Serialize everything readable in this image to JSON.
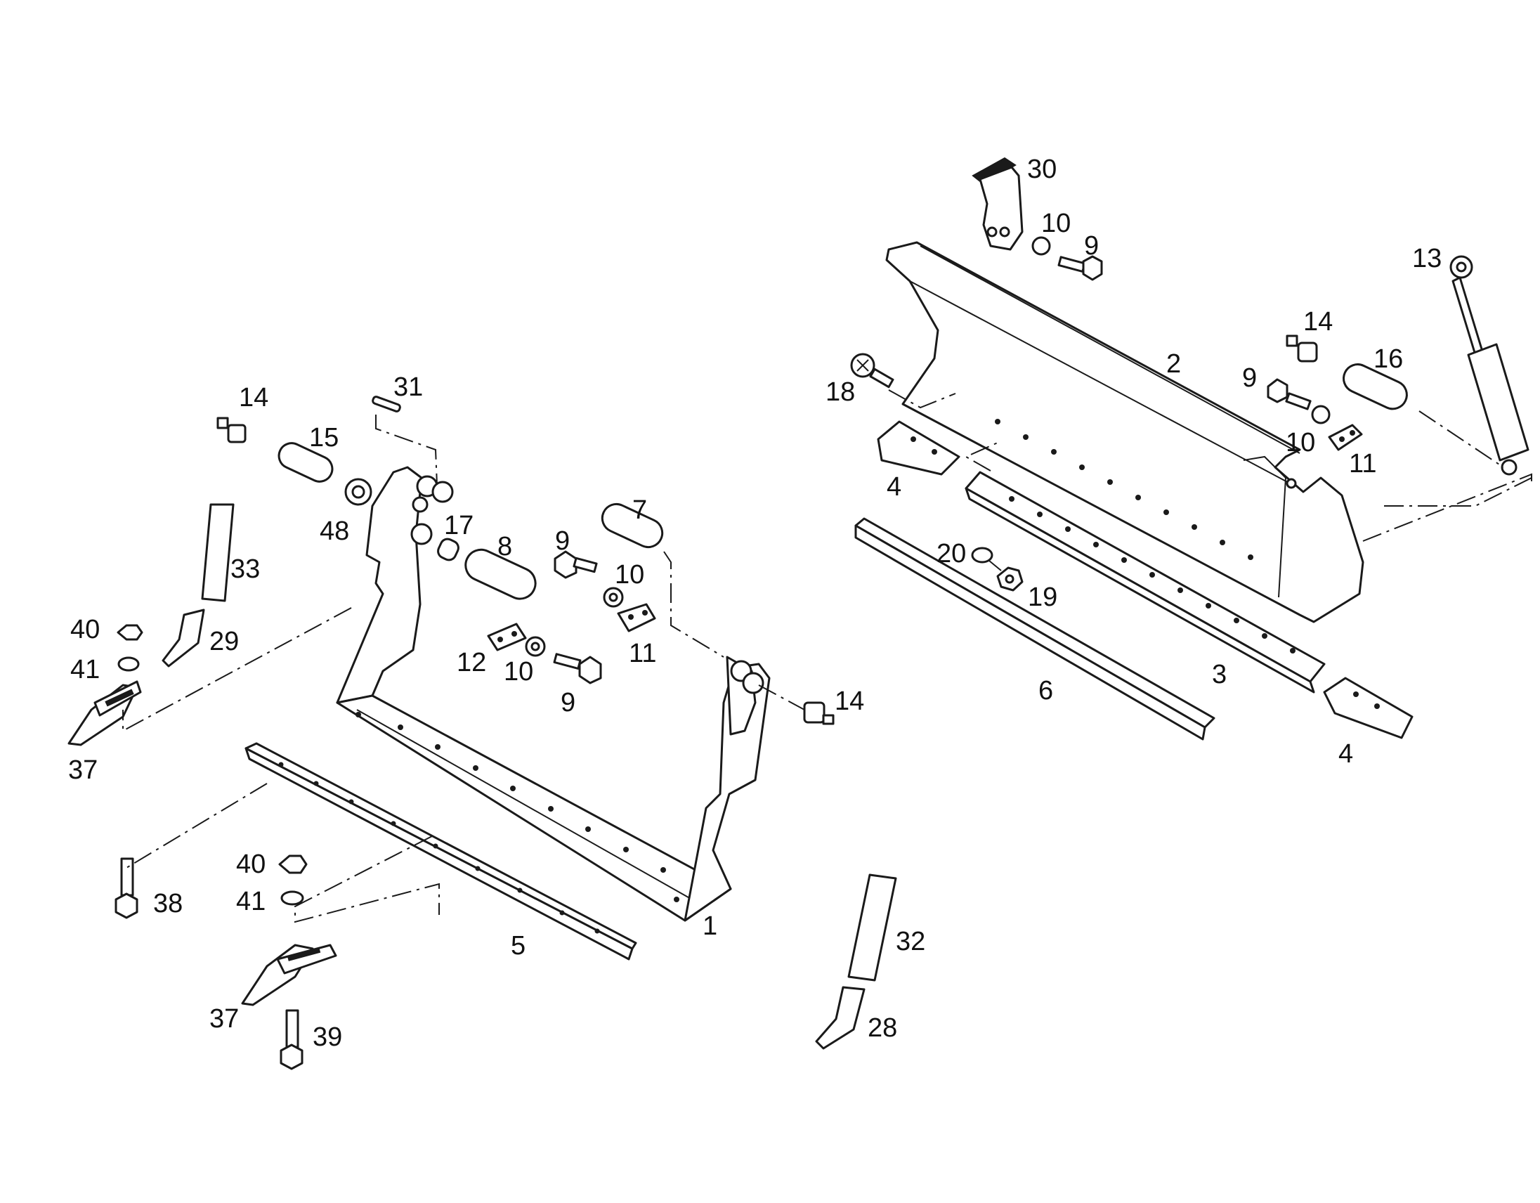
{
  "diagram": {
    "callouts": {
      "c1": "1",
      "c2": "2",
      "c3": "3",
      "c4a": "4",
      "c4b": "4",
      "c5": "5",
      "c6": "6",
      "c7": "7",
      "c8": "8",
      "c9a": "9",
      "c9b": "9",
      "c9c": "9",
      "c9d": "9",
      "c10a": "10",
      "c10b": "10",
      "c10c": "10",
      "c10d": "10",
      "c11a": "11",
      "c11b": "11",
      "c12": "12",
      "c13": "13",
      "c14a": "14",
      "c14b": "14",
      "c14c": "14",
      "c15": "15",
      "c16": "16",
      "c17": "17",
      "c18": "18",
      "c19": "19",
      "c20": "20",
      "c28": "28",
      "c29": "29",
      "c30": "30",
      "c31": "31",
      "c32": "32",
      "c33": "33",
      "c37a": "37",
      "c37b": "37",
      "c38": "38",
      "c39": "39",
      "c40a": "40",
      "c40b": "40",
      "c41a": "41",
      "c41b": "41",
      "c48": "48"
    }
  }
}
